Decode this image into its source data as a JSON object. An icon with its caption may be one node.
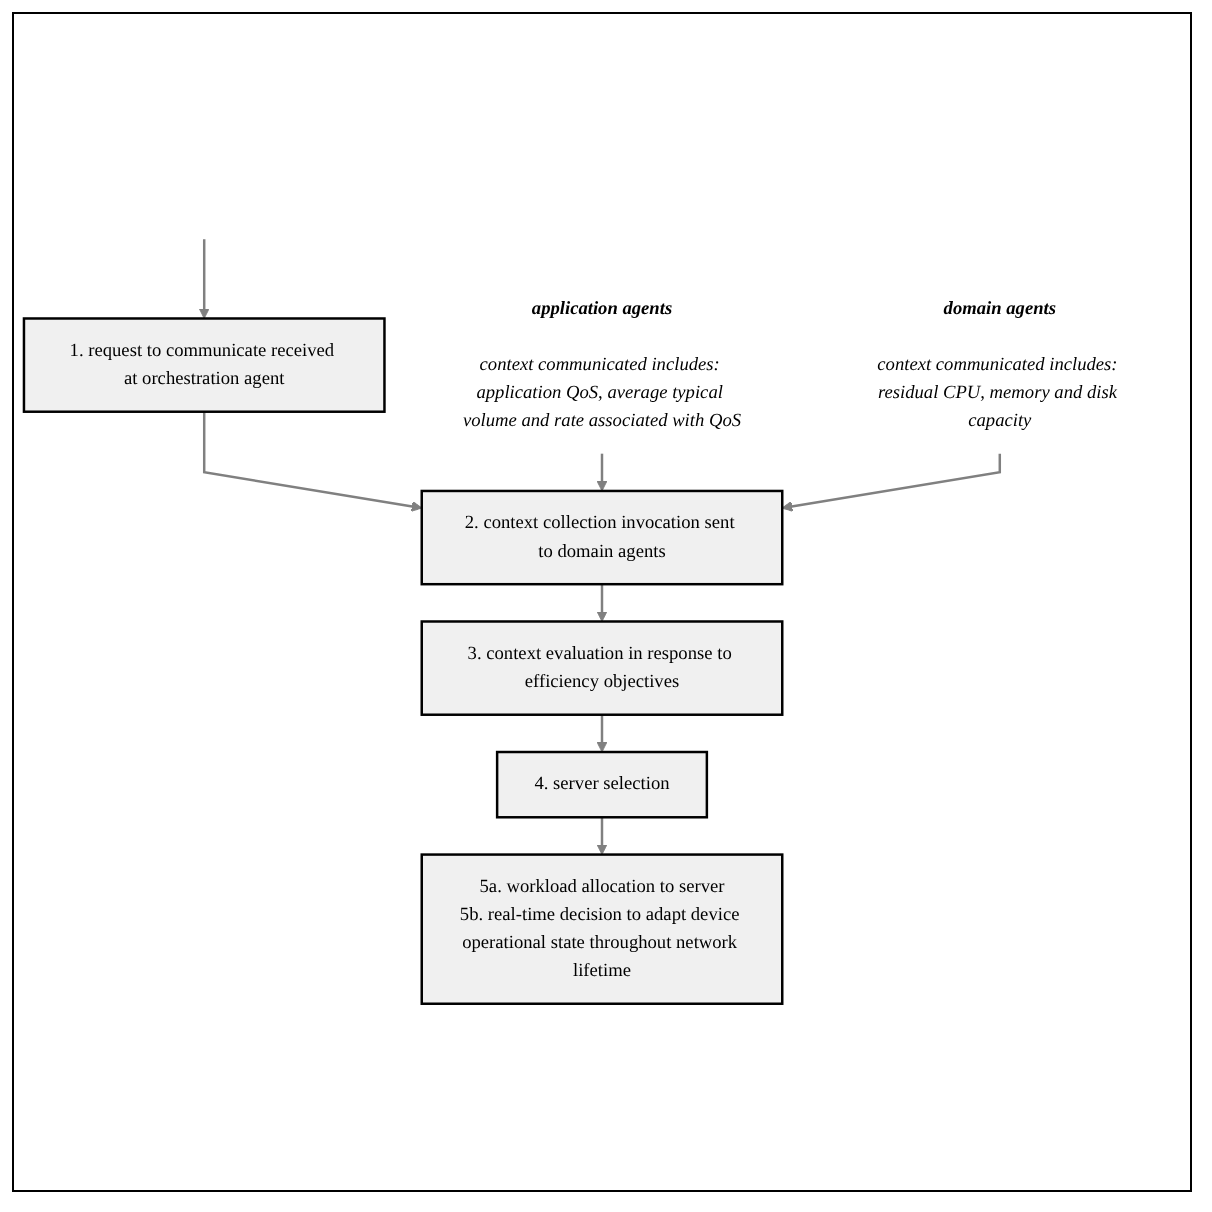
{
  "diagram": {
    "nodes": [
      {
        "text": [
          "1. request to communicate received at orchestration agent"
        ]
      },
      {
        "text": [
          "application agents",
          "context communicated includes: application QoS, average typical volume and rate associated with QoS"
        ]
      },
      {
        "text": [
          "2. context collection invocation sent to domain agents"
        ]
      },
      {
        "text": [
          "domain agents",
          "context communicated includes: residual CPU, memory and disk capacity"
        ]
      },
      {
        "text": [
          "3. context evaluation in response to efficiency objectives"
        ]
      },
      {
        "text": [
          "4. server selection"
        ]
      },
      {
        "text": [
          "5a. workload allocation to server",
          "5b. real-time decision to adapt device operational state throughout network lifetime"
        ]
      }
    ],
    "edges": [
      {
        "from": null,
        "to": 0,
        "arrow": "to"
      },
      {
        "from": 0,
        "to": 2,
        "arrow": "to"
      },
      {
        "from": 1,
        "to": 2,
        "arrow": "to"
      },
      {
        "from": 3,
        "to": 2,
        "arrow": "to"
      },
      {
        "from": 2,
        "to": 4,
        "arrow": "to"
      },
      {
        "from": 4,
        "to": 5,
        "arrow": "to"
      },
      {
        "from": 5,
        "to": 6,
        "arrow": "to"
      }
    ]
  }
}
